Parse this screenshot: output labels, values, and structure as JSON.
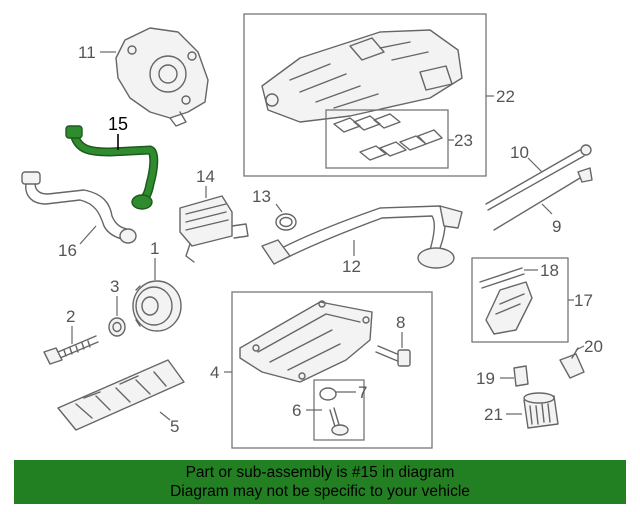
{
  "callouts": {
    "c1": "1",
    "c2": "2",
    "c3": "3",
    "c4": "4",
    "c5": "5",
    "c6": "6",
    "c7": "7",
    "c8": "8",
    "c9": "9",
    "c10": "10",
    "c11": "11",
    "c12": "12",
    "c13": "13",
    "c14": "14",
    "c15": "15",
    "c16": "16",
    "c17": "17",
    "c18": "18",
    "c19": "19",
    "c20": "20",
    "c21": "21",
    "c22": "22",
    "c23": "23"
  },
  "highlighted_part": "15",
  "colors": {
    "highlight": "#2E8B2E",
    "banner": "#238022",
    "line": "#666666"
  },
  "banner": {
    "line1": "Part or sub-assembly is #15 in diagram",
    "line2": "Diagram may not be specific to your vehicle"
  }
}
